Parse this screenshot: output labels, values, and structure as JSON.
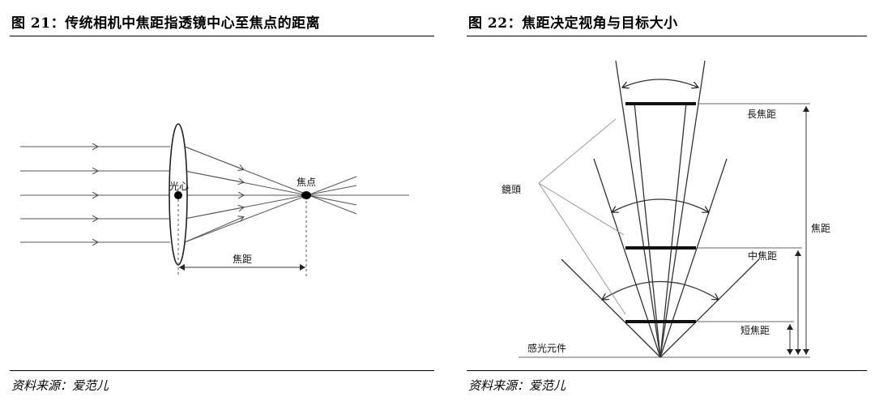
{
  "fig21": {
    "title": "图 21：传统相机中焦距指透镜中心至焦点的距离",
    "label_optical_center": "光心",
    "label_focal_point": "焦点",
    "label_focal_length": "焦距",
    "source": "资料来源：爱范儿"
  },
  "fig22": {
    "title": "图 22：焦距决定视角与目标大小",
    "label_lens": "鏡頭",
    "label_long_focal": "長焦距",
    "label_focal": "焦距",
    "label_mid_focal": "中焦距",
    "label_short_focal": "短焦距",
    "label_sensor": "感光元件",
    "source": "资料来源：爱范儿"
  }
}
